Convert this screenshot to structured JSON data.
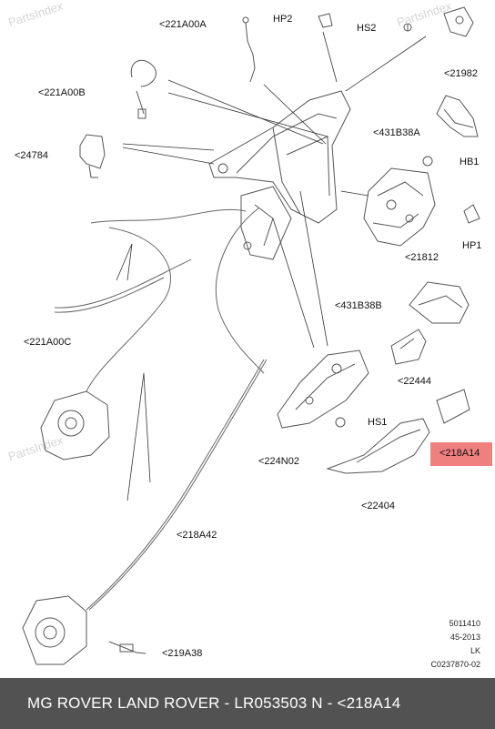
{
  "callouts": {
    "c221A00A": "<221A00A",
    "hp2": "HP2",
    "hs2": "HS2",
    "c21982": "<21982",
    "c221A00B": "<221A00B",
    "c431B38A": "<431B38A",
    "c24784": "<24784",
    "hb1": "HB1",
    "hp1": "HP1",
    "c21812": "<21812",
    "c431B38B": "<431B38B",
    "c221A00C": "<221A00C",
    "c22444": "<22444",
    "hs1": "HS1",
    "c224N02": "<224N02",
    "c218A14": "<218A14",
    "c22404": "<22404",
    "c218A42": "<218A42",
    "c219A38": "<219A38"
  },
  "highlight": {
    "part": "<218A14",
    "color": "#f08080"
  },
  "meta": {
    "line1": "5011410",
    "line2": "45-2013",
    "line3": "LK",
    "line4": "C0237870-02"
  },
  "watermark": "PartsIndex",
  "footer": {
    "text": "MG ROVER LAND ROVER - LR053503       N - <218A14"
  }
}
